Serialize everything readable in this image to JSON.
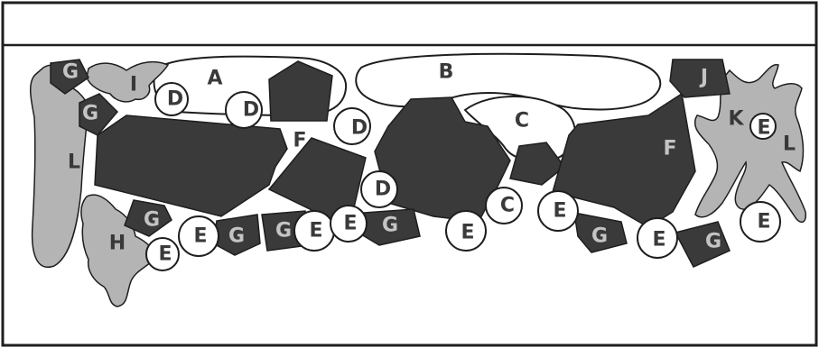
{
  "labels": {
    "A": "A",
    "B": "B",
    "C": "C",
    "D": "D",
    "E": "E",
    "F": "F",
    "G": "G",
    "H": "H",
    "I": "I",
    "J": "J",
    "K": "K",
    "L": "L"
  },
  "colors": {
    "dark_shape": "#3a3a3a",
    "light_shape": "#b4b4b4",
    "outline": "#1e1e1e",
    "background": "#ffffff"
  }
}
